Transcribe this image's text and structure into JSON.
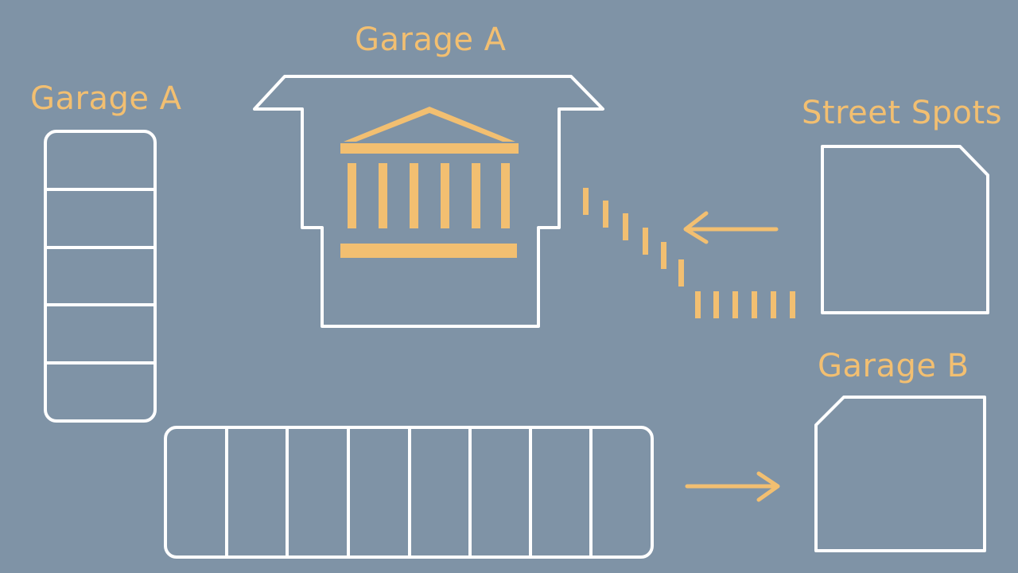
{
  "labels": {
    "garage_a_top": "Garage A",
    "garage_a_left": "Garage A",
    "street_spots": "Street Spots",
    "garage_b": "Garage B"
  },
  "colors": {
    "background": "#7f93a6",
    "outline": "#ffffff",
    "accent": "#f2bf71"
  },
  "icons": {
    "building": "bank-building-icon",
    "arrow_left": "arrow-left-icon",
    "arrow_right": "arrow-right-icon"
  },
  "structures": {
    "vertical_garage_slots": 5,
    "horizontal_garage_slots": 8
  }
}
